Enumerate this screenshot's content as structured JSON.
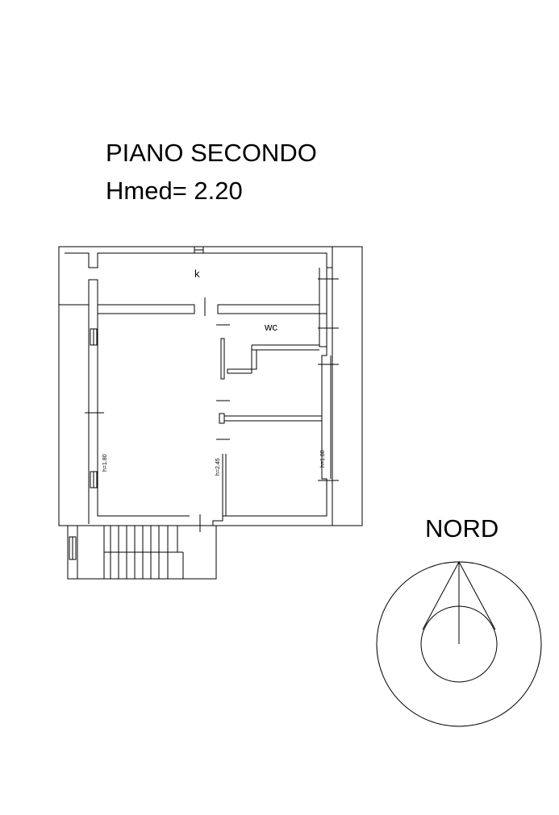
{
  "title": {
    "line1": "PIANO SECONDO",
    "line2": "Hmed= 2.20"
  },
  "rooms": {
    "kitchen": "k",
    "bathroom": "wc"
  },
  "heights": {
    "west_wall": "h=1.80",
    "center_wall": "h=2.45",
    "east_wall": "h=1.80"
  },
  "compass": {
    "label": "NORD"
  }
}
